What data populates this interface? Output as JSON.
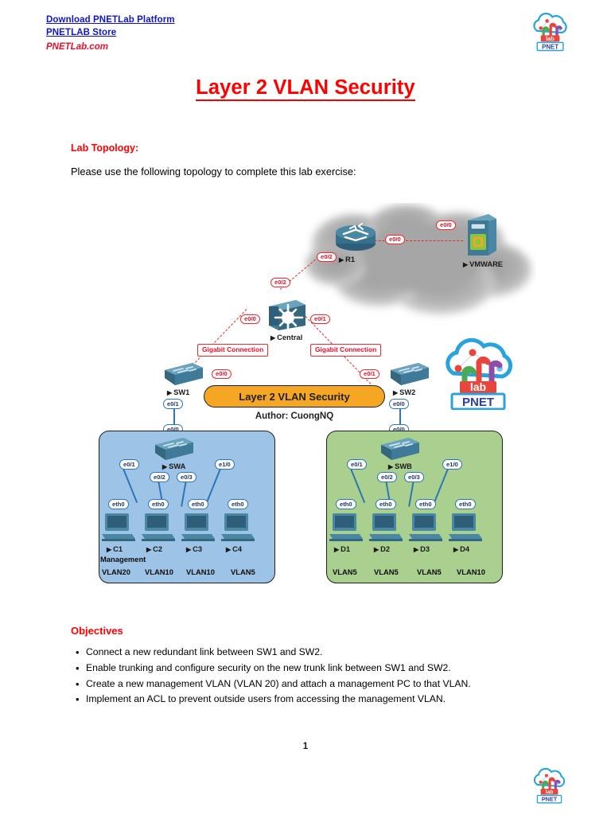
{
  "header": {
    "links": [
      {
        "label": "Download PNETLab Platform",
        "name": "download-pnetlab-platform-link"
      },
      {
        "label": "PNETLAB Store",
        "name": "pnetlab-store-link"
      }
    ],
    "site": "PNETLab.com",
    "logo_alt": "PNET lab logo"
  },
  "title": "Layer 2 VLAN Security",
  "sections": {
    "lab_topology_heading": "Lab Topology:",
    "lab_topology_text": "Please use the following topology to complete this lab exercise:",
    "objectives_heading": "Objectives"
  },
  "objectives": [
    "Connect a new redundant link between SW1 and SW2.",
    "Enable trunking and configure security on the new trunk link between SW1 and SW2.",
    "Create a new management VLAN (VLAN 20) and attach a management PC to that VLAN.",
    "Implement an ACL to prevent outside users from accessing the management VLAN."
  ],
  "diagram": {
    "banner_label": "Layer 2 VLAN Security",
    "author": "Author: CuongNQ",
    "gigabit_label_left": "Gigabit Connection",
    "gigabit_label_right": "Gigabit Connection",
    "nodes": {
      "r1": "R1",
      "vmware": "VMWARE",
      "central": "Central",
      "sw1": "SW1",
      "sw2": "SW2",
      "swa": "SWA",
      "swb": "SWB",
      "c1": "C1",
      "c2": "C2",
      "c3": "C3",
      "c4": "C4",
      "d1": "D1",
      "d2": "D2",
      "d3": "D3",
      "d4": "D4"
    },
    "interfaces": {
      "r1_to_central": "e0/2",
      "r1_to_vmware": "e0/0",
      "vmware_to_r1": "e0/0",
      "central_to_r1": "e0/2",
      "central_to_sw1": "e0/0",
      "central_to_sw2": "e0/1",
      "sw1_to_central": "e0/0",
      "sw2_to_central": "e0/1",
      "sw1_to_swa": "e0/1",
      "swa_to_sw1": "e0/0",
      "sw2_to_swb": "e0/0",
      "swb_to_sw2": "e0/0",
      "swa_c1": "e0/1",
      "swa_c2": "e0/2",
      "swa_c3": "e0/3",
      "swa_c4": "e1/0",
      "swb_d1": "e0/1",
      "swb_d2": "e0/2",
      "swb_d3": "e0/3",
      "swb_d4": "e1/0",
      "host_nic": "eth0"
    },
    "vlan_left": {
      "management_label": "Management",
      "labels": [
        "VLAN20",
        "VLAN10",
        "VLAN10",
        "VLAN5"
      ]
    },
    "vlan_right": {
      "labels": [
        "VLAN5",
        "VLAN5",
        "VLAN5",
        "VLAN10"
      ]
    },
    "colors": {
      "left_box": "#9dc3e6",
      "right_box": "#a9d08e",
      "banner": "#f5a623",
      "link_red": "#ee2b2b",
      "link_blue": "#2e75b6",
      "device": "#3d6e8a"
    }
  },
  "footer": {
    "page_number": "1",
    "logo_alt": "PNET lab logo"
  }
}
